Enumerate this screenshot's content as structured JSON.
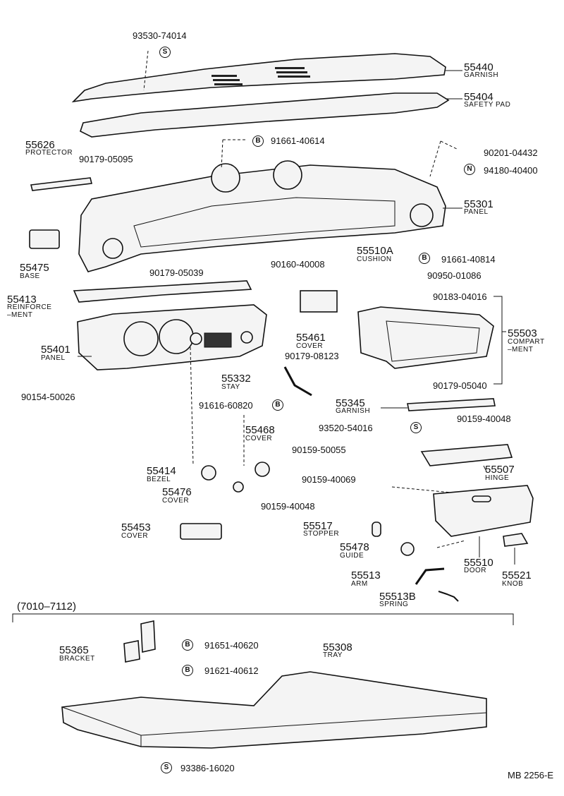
{
  "code": "MB 2256-E",
  "section_label": "(7010–7112)",
  "badges": {
    "s": "S",
    "b": "B",
    "n": "N"
  },
  "parts": [
    {
      "id": "p93530",
      "num": "93530-74014"
    },
    {
      "id": "p55440",
      "num": "55440",
      "name": "GARNISH"
    },
    {
      "id": "p55404",
      "num": "55404",
      "name": "SAFETY PAD"
    },
    {
      "id": "p91661a",
      "num": "91661-40614"
    },
    {
      "id": "p55626",
      "num": "55626",
      "name": "PROTECTOR"
    },
    {
      "id": "p90179a",
      "num": "90179-05095"
    },
    {
      "id": "p90201",
      "num": "90201-04432"
    },
    {
      "id": "p94180",
      "num": "94180-40400"
    },
    {
      "id": "p55301",
      "num": "55301",
      "name": "PANEL"
    },
    {
      "id": "p55475",
      "num": "55475",
      "name": "BASE"
    },
    {
      "id": "p90179b",
      "num": "90179-05039"
    },
    {
      "id": "p55510a",
      "num": "55510A",
      "name": "CUSHION"
    },
    {
      "id": "p91661b",
      "num": "91661-40814"
    },
    {
      "id": "p90160",
      "num": "90160-40008"
    },
    {
      "id": "p90950",
      "num": "90950-01086"
    },
    {
      "id": "p55413",
      "num": "55413",
      "name": "REINFORCE",
      "name2": "–MENT"
    },
    {
      "id": "p90183",
      "num": "90183-04016"
    },
    {
      "id": "p55503",
      "num": "55503",
      "name": "COMPART",
      "name2": "–MENT"
    },
    {
      "id": "p55461",
      "num": "55461",
      "name": "COVER"
    },
    {
      "id": "p55401",
      "num": "55401",
      "name": "PANEL"
    },
    {
      "id": "p90179c",
      "num": "90179-08123"
    },
    {
      "id": "p55332",
      "num": "55332",
      "name": "STAY"
    },
    {
      "id": "p90179d",
      "num": "90179-05040"
    },
    {
      "id": "p90154",
      "num": "90154-50026"
    },
    {
      "id": "p91616",
      "num": "91616-60820"
    },
    {
      "id": "p55345",
      "num": "55345",
      "name": "GARNISH"
    },
    {
      "id": "p90159a",
      "num": "90159-40048"
    },
    {
      "id": "p93520",
      "num": "93520-54016"
    },
    {
      "id": "p55468",
      "num": "55468",
      "name": "COVER"
    },
    {
      "id": "p90159b",
      "num": "90159-50055"
    },
    {
      "id": "p55507",
      "num": "55507",
      "name": "HINGE"
    },
    {
      "id": "p55414",
      "num": "55414",
      "name": "BEZEL"
    },
    {
      "id": "p90159c",
      "num": "90159-40069"
    },
    {
      "id": "p55476",
      "num": "55476",
      "name": "COVER"
    },
    {
      "id": "p90159d",
      "num": "90159-40048"
    },
    {
      "id": "p55453",
      "num": "55453",
      "name": "COVER"
    },
    {
      "id": "p55517",
      "num": "55517",
      "name": "STOPPER"
    },
    {
      "id": "p55478",
      "num": "55478",
      "name": "GUIDE"
    },
    {
      "id": "p55510",
      "num": "55510",
      "name": "DOOR"
    },
    {
      "id": "p55521",
      "num": "55521",
      "name": "KNOB"
    },
    {
      "id": "p55513",
      "num": "55513",
      "name": "ARM"
    },
    {
      "id": "p55513b",
      "num": "55513B",
      "name": "SPRING"
    },
    {
      "id": "p55365",
      "num": "55365",
      "name": "BRACKET"
    },
    {
      "id": "p91651",
      "num": "91651-40620"
    },
    {
      "id": "p55308",
      "num": "55308",
      "name": "TRAY"
    },
    {
      "id": "p91621",
      "num": "91621-40612"
    },
    {
      "id": "p93386",
      "num": "93386-16020"
    }
  ]
}
